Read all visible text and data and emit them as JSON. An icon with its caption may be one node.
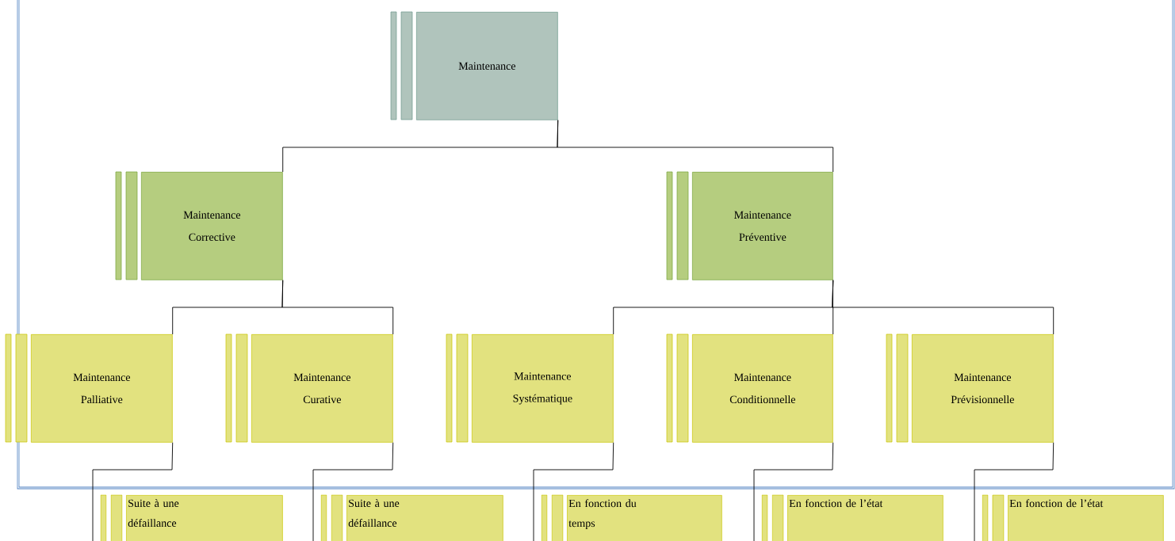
{
  "diagram": {
    "nodes": [
      {
        "text": [
          "Maintenance"
        ]
      },
      {
        "text": [
          "Maintenance Corrective"
        ]
      },
      {
        "text": [
          "Maintenance Préventive"
        ]
      },
      {
        "text": [
          "Maintenance Palliative"
        ]
      },
      {
        "text": [
          "Maintenance Curative"
        ]
      },
      {
        "text": [
          "Maintenance Systématique"
        ]
      },
      {
        "text": [
          "Maintenance Conditionnelle"
        ]
      },
      {
        "text": [
          "Maintenance Prévisionnelle"
        ]
      },
      {
        "text": [
          "Suite à une défaillance"
        ]
      },
      {
        "text": [
          "Suite à une défaillance"
        ]
      },
      {
        "text": [
          "En fonction du temps"
        ]
      },
      {
        "text": [
          "En fonction de l’état"
        ]
      },
      {
        "text": [
          "En fonction de l’état"
        ]
      }
    ],
    "edges": [
      {
        "from": 0,
        "to": 1,
        "arrow": "none"
      },
      {
        "from": 0,
        "to": 2,
        "arrow": "none"
      },
      {
        "from": 1,
        "to": 3,
        "arrow": "none"
      },
      {
        "from": 1,
        "to": 4,
        "arrow": "none"
      },
      {
        "from": 2,
        "to": 5,
        "arrow": "none"
      },
      {
        "from": 2,
        "to": 6,
        "arrow": "none"
      },
      {
        "from": 2,
        "to": 7,
        "arrow": "none"
      },
      {
        "from": 3,
        "to": 8,
        "arrow": "none"
      },
      {
        "from": 4,
        "to": 9,
        "arrow": "none"
      },
      {
        "from": 5,
        "to": 10,
        "arrow": "none"
      },
      {
        "from": 6,
        "to": 11,
        "arrow": "none"
      },
      {
        "from": 7,
        "to": 12,
        "arrow": "none"
      }
    ]
  }
}
